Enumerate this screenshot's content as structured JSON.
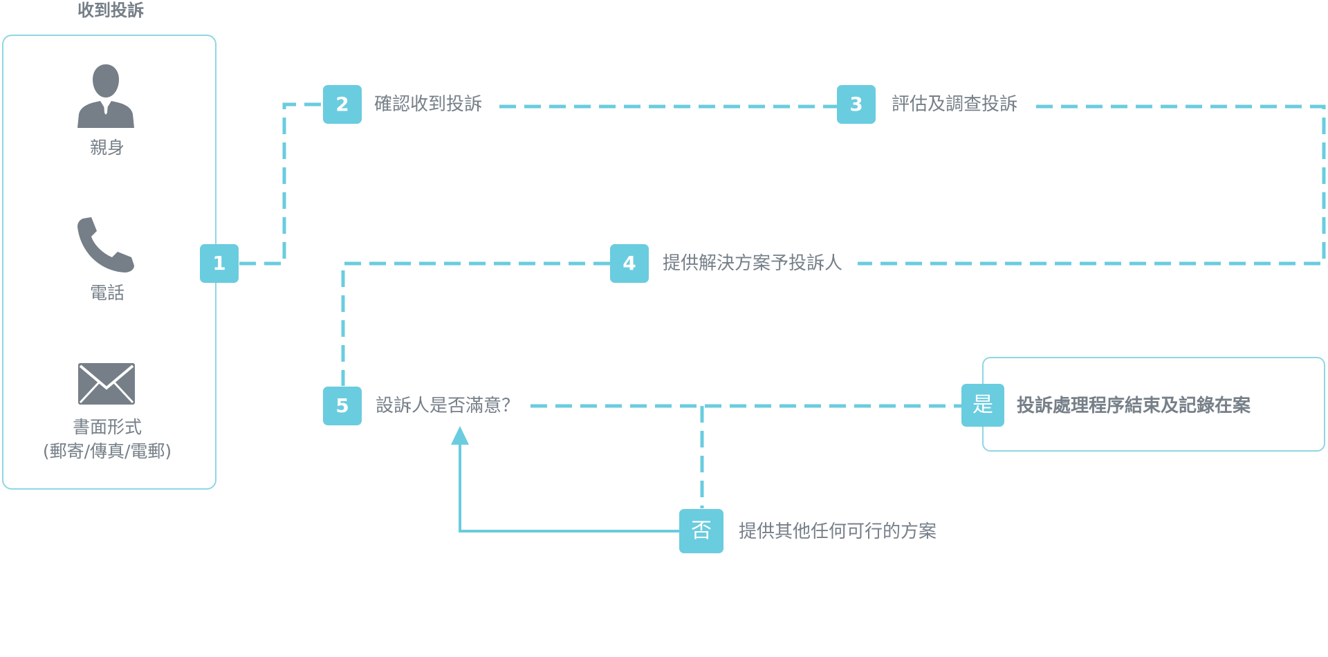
{
  "heading": "收到投訴",
  "channels": [
    {
      "icon": "person-icon",
      "label": "親身"
    },
    {
      "icon": "phone-icon",
      "label": "電話"
    },
    {
      "icon": "envelope-icon",
      "label_line1": "書面形式",
      "label_line2": "(郵寄/傳真/電郵)"
    }
  ],
  "steps": {
    "s1": {
      "number": "1"
    },
    "s2": {
      "number": "2",
      "label": "確認收到投訴"
    },
    "s3": {
      "number": "3",
      "label": "評估及調查投訴"
    },
    "s4": {
      "number": "4",
      "label": "提供解決方案予投訴人"
    },
    "s5": {
      "number": "5",
      "label": "設訴人是否滿意？"
    }
  },
  "branches": {
    "yes": {
      "marker": "是",
      "label": "投訴處理程序結束及記錄在案"
    },
    "no": {
      "marker": "否",
      "label": "提供其他任何可行的方案"
    }
  },
  "colors": {
    "accent": "#6accdf",
    "panel_border": "#8fd6e3",
    "text": "#767f88"
  }
}
